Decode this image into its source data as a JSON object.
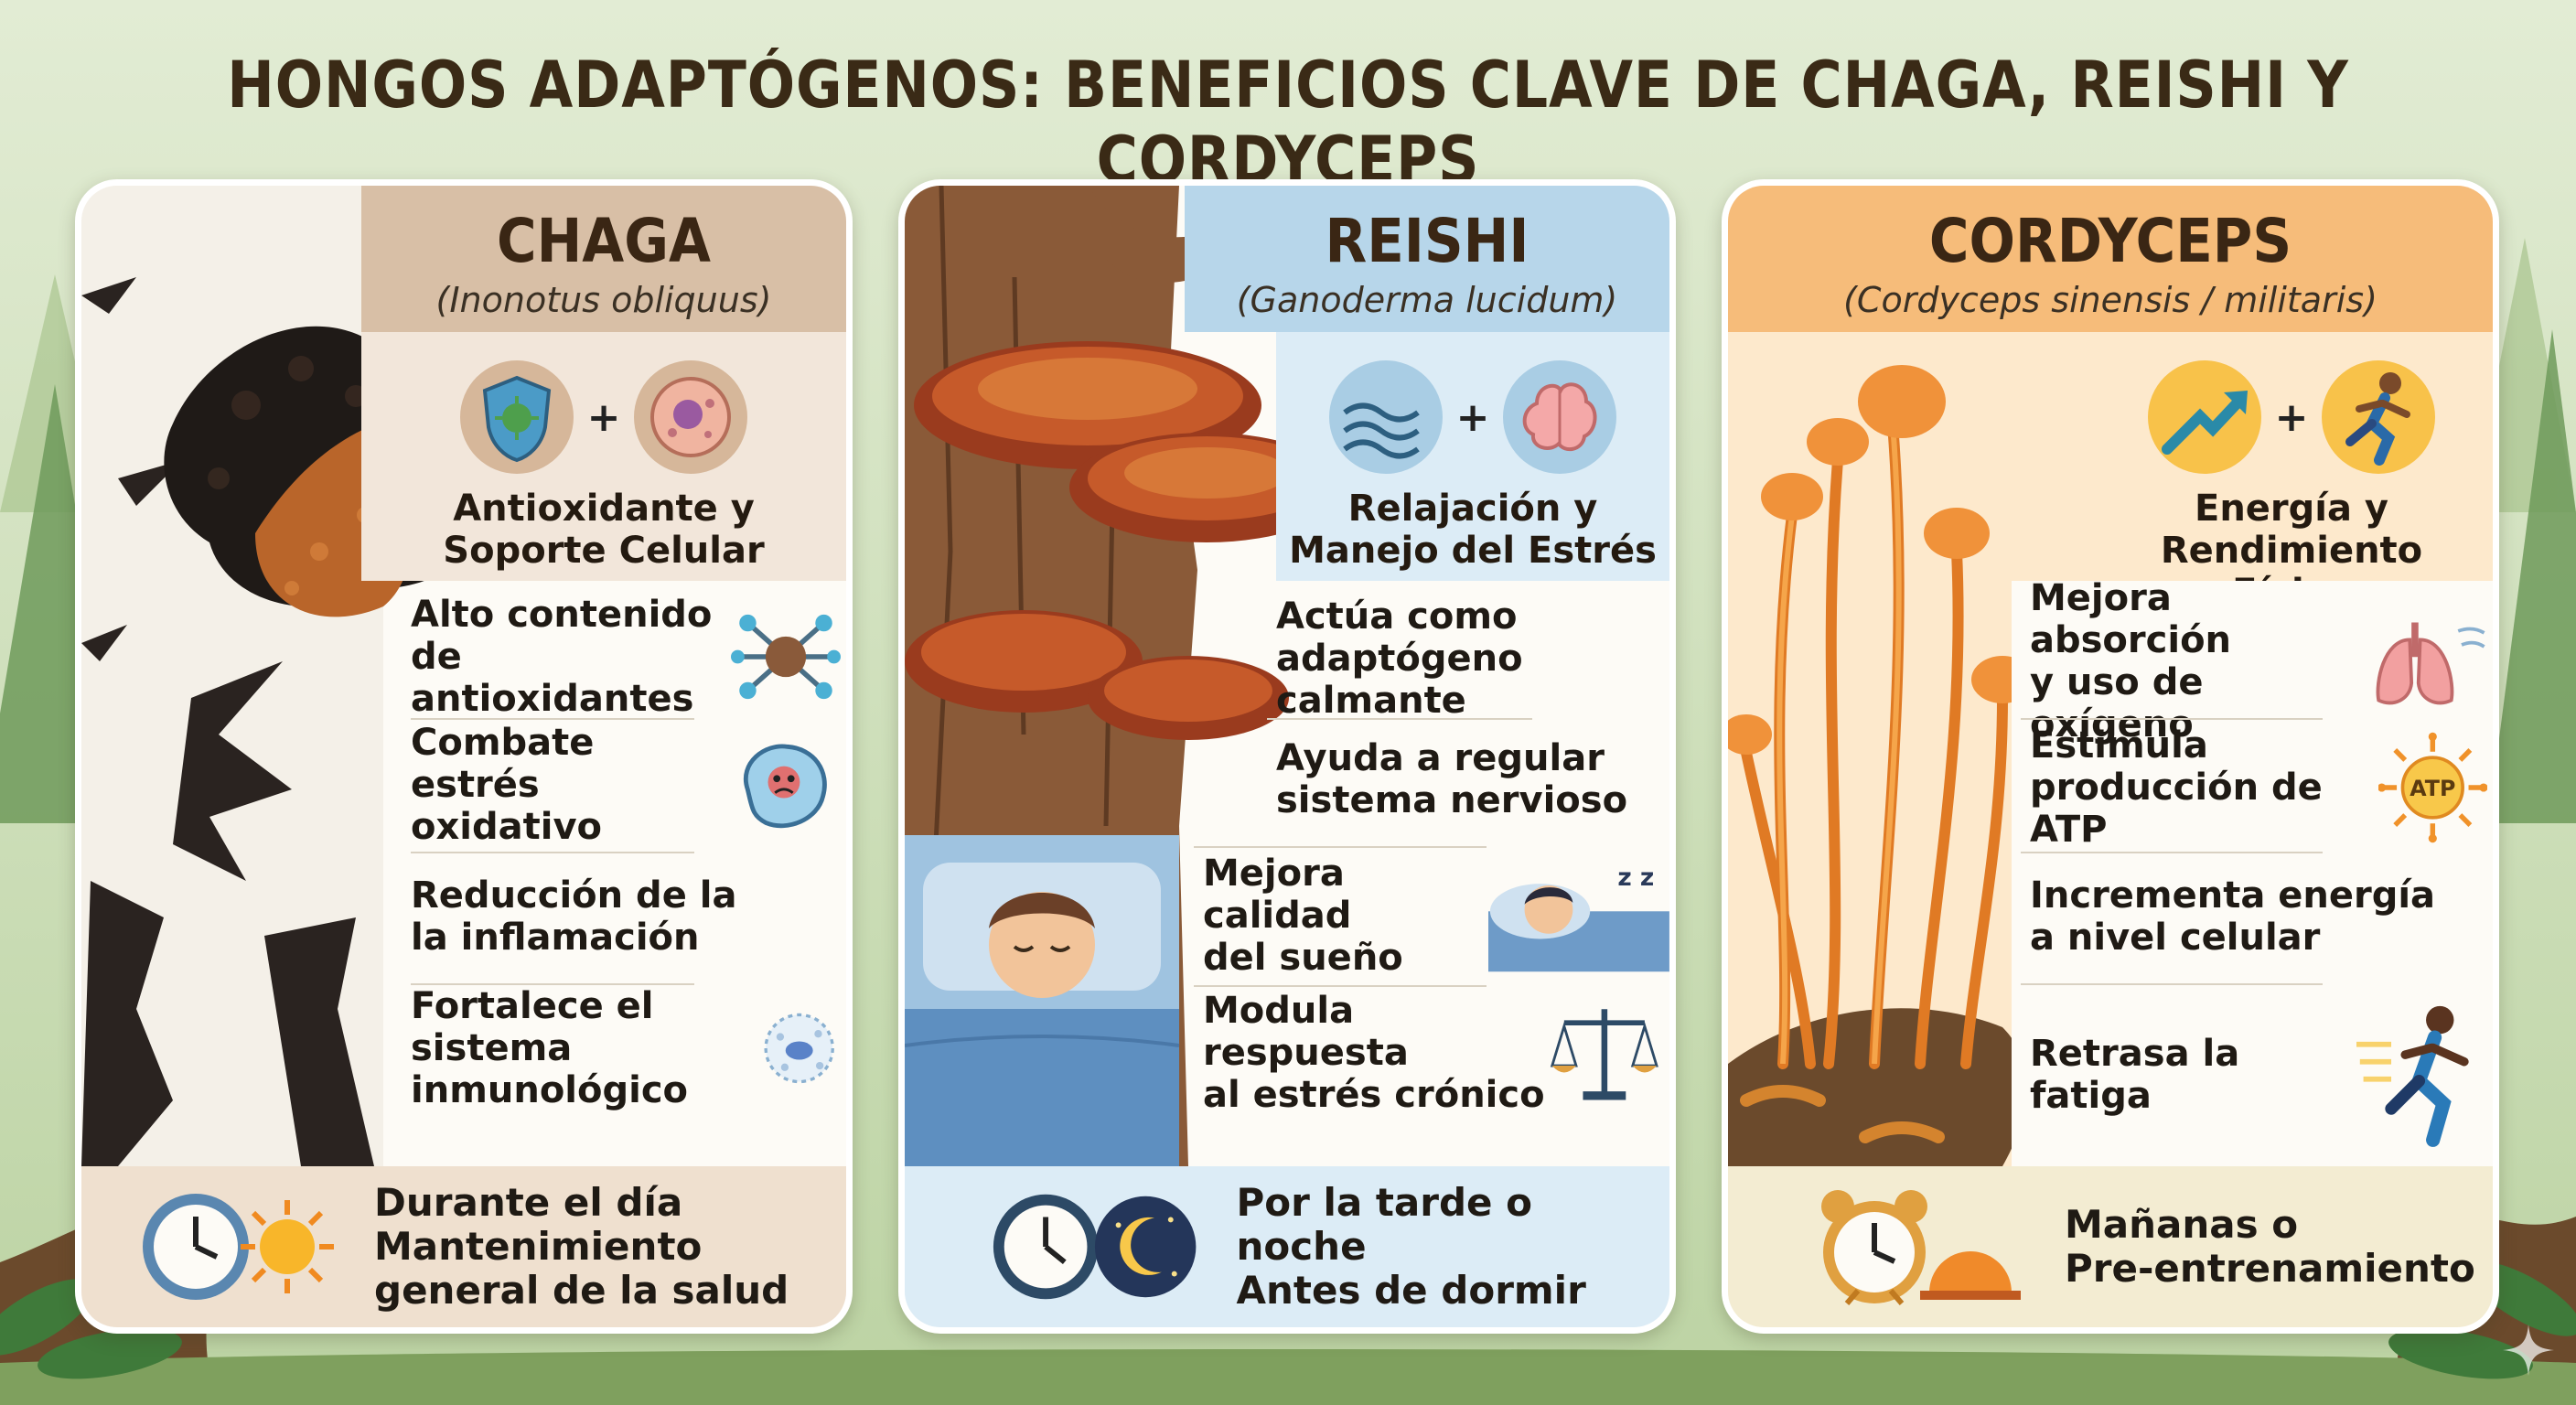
{
  "title": "HONGOS ADAPTÓGENOS: BENEFICIOS CLAVE DE CHAGA, REISHI Y CORDYCEPS",
  "cards": [
    {
      "name": "CHAGA",
      "scientific": "(Inonotus obliquus)",
      "main_benefit": [
        "Antioxidante y",
        "Soporte Celular"
      ],
      "icons": [
        "shield-virus-icon",
        "cell-icon"
      ],
      "benefits": [
        {
          "lines": [
            "Alto contenido",
            "de antioxidantes"
          ],
          "icon": "molecule-icon"
        },
        {
          "lines": [
            "Combate estrés",
            "oxidativo"
          ],
          "icon": "stressed-cell-icon"
        },
        {
          "lines": [
            "Reducción de la",
            "la inflamación"
          ],
          "icon": ""
        },
        {
          "lines": [
            "Fortalece el sistema",
            "inmunológico"
          ],
          "icon": "immune-cell-icon"
        }
      ],
      "timing": [
        "Durante el día",
        "Mantenimiento",
        "general de la salud"
      ],
      "timing_icons": [
        "clock-icon",
        "sun-icon"
      ],
      "accent": "#c8a88a"
    },
    {
      "name": "REISHI",
      "scientific": "(Ganoderma lucidum)",
      "main_benefit": [
        "Relajación y",
        "Manejo del Estrés"
      ],
      "icons": [
        "waves-icon",
        "brain-icon"
      ],
      "benefits": [
        {
          "lines": [
            "Actúa como",
            "adaptógeno calmante"
          ],
          "icon": ""
        },
        {
          "lines": [
            "Ayuda a regular",
            "sistema nervioso"
          ],
          "icon": ""
        },
        {
          "lines": [
            "Mejora calidad",
            "del sueño"
          ],
          "icon": "sleeping-person-icon"
        },
        {
          "lines": [
            "Modula respuesta",
            "al estrés crónico"
          ],
          "icon": "balance-scale-icon"
        }
      ],
      "timing": [
        "Por la tarde o noche",
        "Antes de dormir"
      ],
      "timing_icons": [
        "clock-icon",
        "moon-icon"
      ],
      "accent": "#a9cde4"
    },
    {
      "name": "CORDYCEPS",
      "scientific": "(Cordyceps sinensis / militaris)",
      "main_benefit": [
        "Energía y",
        "Rendimiento Físico"
      ],
      "icons": [
        "arrow-up-icon",
        "runner-icon"
      ],
      "benefits": [
        {
          "lines": [
            "Mejora absorción",
            "y uso de oxígeno"
          ],
          "icon": "lungs-icon"
        },
        {
          "lines": [
            "Estimula",
            "producción de ATP"
          ],
          "icon": "atp-icon"
        },
        {
          "lines": [
            "Incrementa energía",
            "a nivel celular"
          ],
          "icon": ""
        },
        {
          "lines": [
            "Retrasa la fatiga"
          ],
          "icon": "runner-icon"
        }
      ],
      "atp_label": "ATP",
      "zz_label": "z z",
      "timing": [
        "Mañanas o",
        "Pre-entrenamiento"
      ],
      "timing_icons": [
        "alarm-clock-icon",
        "sunrise-icon"
      ],
      "accent": "#f4b46a"
    }
  ]
}
